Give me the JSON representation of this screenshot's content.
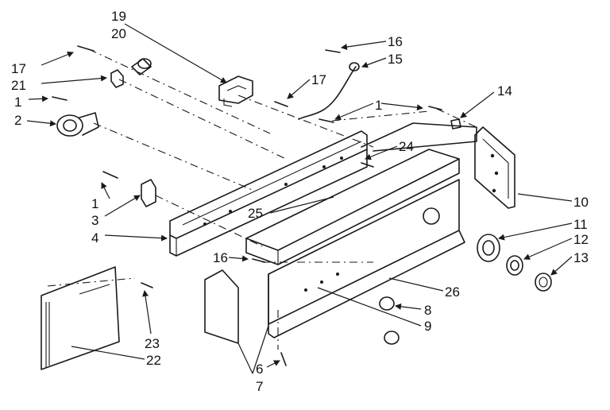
{
  "diagram": {
    "callouts": {
      "c1a": "1",
      "c1b": "1",
      "c1c": "1",
      "c2": "2",
      "c3": "3",
      "c4": "4",
      "c6": "6",
      "c7": "7",
      "c8": "8",
      "c9": "9",
      "c10": "10",
      "c11": "11",
      "c12": "12",
      "c13": "13",
      "c14": "14",
      "c15": "15",
      "c16a": "16",
      "c16b": "16",
      "c17a": "17",
      "c17b": "17",
      "c19": "19",
      "c20": "20",
      "c21": "21",
      "c22": "22",
      "c23": "23",
      "c24": "24",
      "c25": "25",
      "c26": "26"
    }
  }
}
